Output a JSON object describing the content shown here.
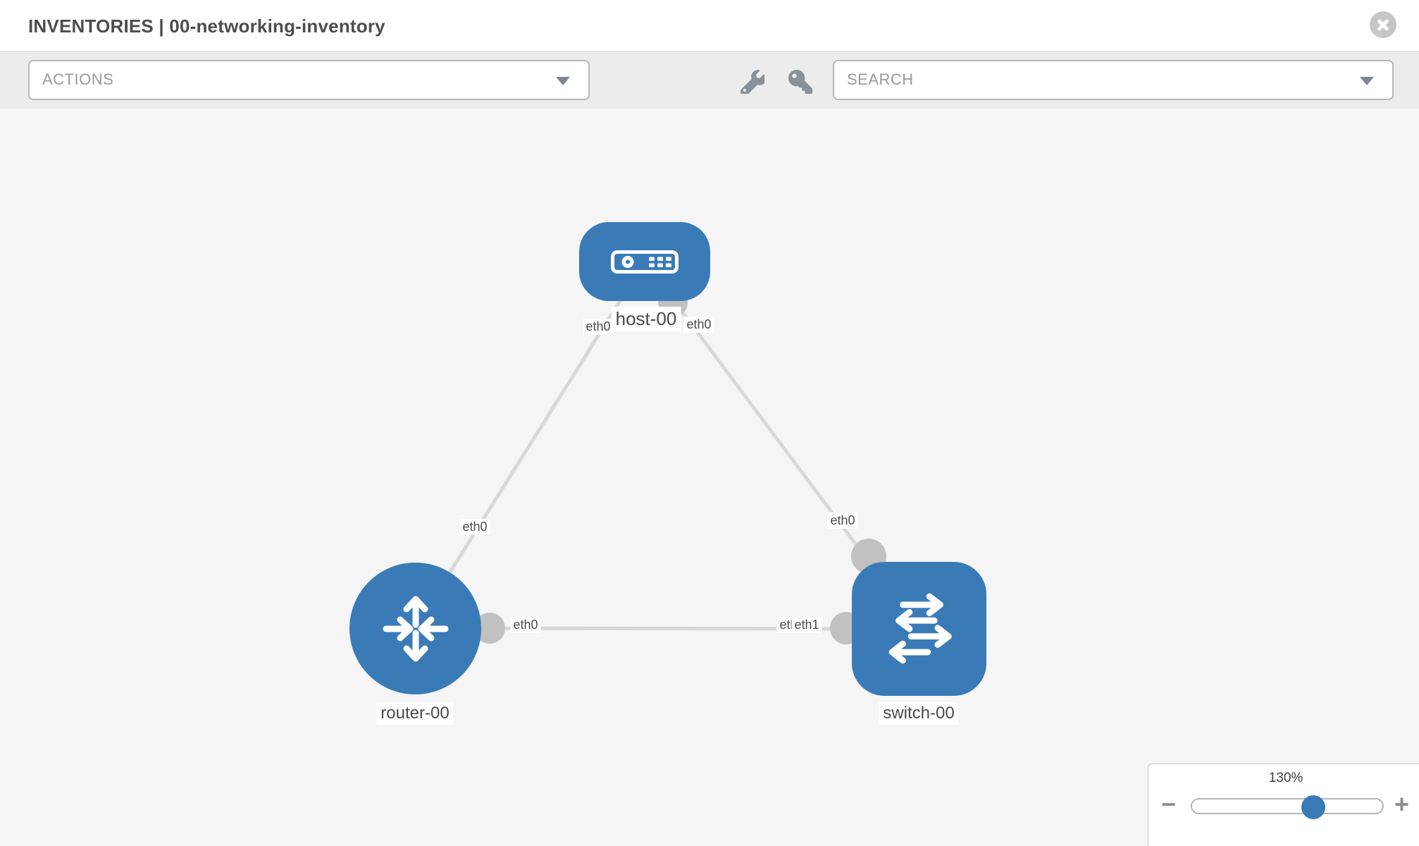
{
  "header": {
    "title": "INVENTORIES | 00-networking-inventory"
  },
  "toolbar": {
    "actions_label": "ACTIONS",
    "search_label": "SEARCH"
  },
  "canvas": {
    "nodes": {
      "host": {
        "label": "host-00",
        "type": "host"
      },
      "router": {
        "label": "router-00",
        "type": "router"
      },
      "switch": {
        "label": "switch-00",
        "type": "switch"
      }
    },
    "port_labels": {
      "host_left": "eth0",
      "host_right": "eth0",
      "host_router_mid": "eth0",
      "host_switch_mid": "eth0",
      "router_end": "eth0",
      "switch_end_back": "eth0",
      "switch_end_front": "eth1"
    },
    "links": [
      {
        "from": "host-00",
        "to": "router-00",
        "from_port": "eth0",
        "to_port": "eth0"
      },
      {
        "from": "host-00",
        "to": "switch-00",
        "from_port": "eth0",
        "to_port": "eth0"
      },
      {
        "from": "router-00",
        "to": "switch-00",
        "from_port": "eth0",
        "to_port": "eth1"
      }
    ]
  },
  "zoom_control": {
    "level": "130%",
    "minus": "−",
    "plus": "+"
  },
  "colors": {
    "node_blue": "#3a7bb7",
    "canvas_bg": "#f4f5f4",
    "link_gray": "#d8d8d8",
    "connector_gray": "#c1c1c1",
    "toolbar_bg": "#ececec"
  }
}
